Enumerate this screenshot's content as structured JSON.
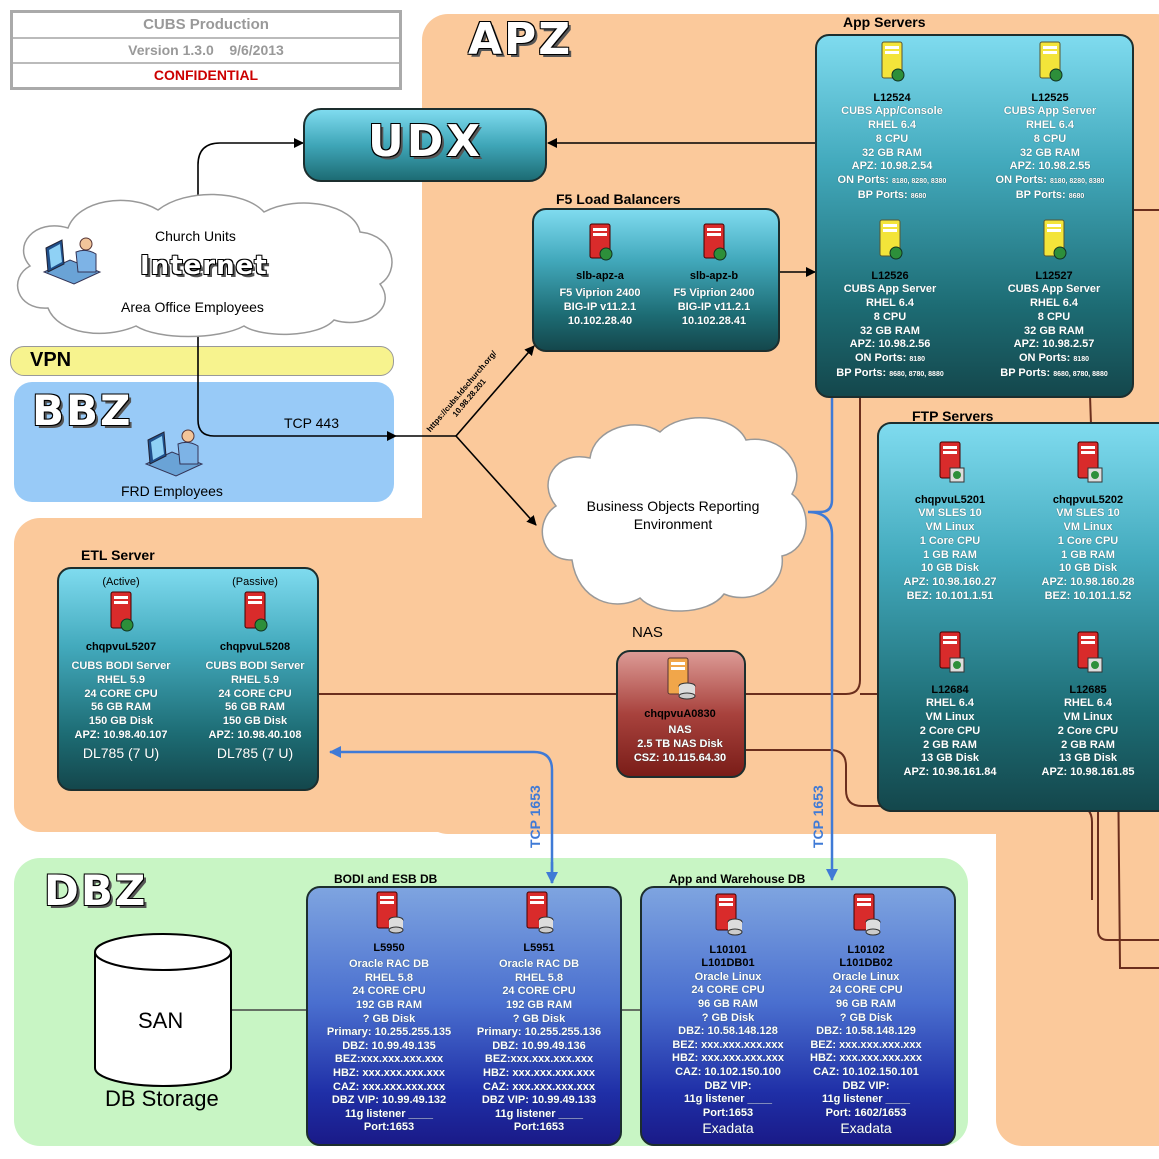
{
  "title_block": {
    "line1": "CUBS Production",
    "line2": "Version 1.3.0    9/6/2013",
    "line3": "CONFIDENTIAL"
  },
  "zones": {
    "apz": "APZ",
    "bbz": "BBZ",
    "dbz": "DBZ",
    "vpn": "VPN"
  },
  "udx": {
    "label": "UDX"
  },
  "internet": {
    "label": "Internet",
    "church_units": "Church Units",
    "area_office": "Area Office Employees"
  },
  "frd": {
    "label": "FRD Employees"
  },
  "links": {
    "tcp443": "TCP 443",
    "url_line1": "https://cubs.ldschurch.org/",
    "url_line2": "10.98.28.201",
    "tcp1653_left": "TCP 1653",
    "tcp1653_right": "TCP 1653"
  },
  "f5": {
    "title": "F5 Load Balancers",
    "nodes": [
      {
        "name": "slb-apz-a",
        "lines": [
          "F5 Viprion 2400",
          "BIG-IP v11.2.1",
          "10.102.28.40"
        ]
      },
      {
        "name": "slb-apz-b",
        "lines": [
          "F5 Viprion 2400",
          "BIG-IP v11.2.1",
          "10.102.28.41"
        ]
      }
    ]
  },
  "app_servers": {
    "title": "App Servers",
    "nodes": [
      {
        "name": "L12524",
        "lines": [
          "CUBS App/Console",
          "RHEL 6.4",
          "8 CPU",
          "32 GB RAM",
          "APZ: 10.98.2.54"
        ],
        "on_label": "ON Ports:",
        "on_ports": "8180, 8280, 8380",
        "bp_label": "BP Ports:",
        "bp_ports": "8680"
      },
      {
        "name": "L12525",
        "lines": [
          "CUBS App Server",
          "RHEL 6.4",
          "8 CPU",
          "32 GB RAM",
          "APZ: 10.98.2.55"
        ],
        "on_label": "ON Ports:",
        "on_ports": "8180, 8280, 8380",
        "bp_label": "BP Ports:",
        "bp_ports": "8680"
      },
      {
        "name": "L12526",
        "lines": [
          "CUBS App Server",
          "RHEL 6.4",
          "8 CPU",
          "32 GB RAM",
          "APZ: 10.98.2.56"
        ],
        "on_label": "ON Ports:",
        "on_ports": "8180",
        "bp_label": "BP Ports:",
        "bp_ports": "8680, 8780, 8880"
      },
      {
        "name": "L12527",
        "lines": [
          "CUBS App Server",
          "RHEL 6.4",
          "8 CPU",
          "32 GB RAM",
          "APZ: 10.98.2.57"
        ],
        "on_label": "ON Ports:",
        "on_ports": "8180",
        "bp_label": "BP Ports:",
        "bp_ports": "8680, 8780, 8880"
      }
    ]
  },
  "ftp": {
    "title": "FTP Servers",
    "nodes": [
      {
        "name": "chqpvuL5201",
        "lines": [
          "VM SLES 10",
          "VM Linux",
          "1 Core CPU",
          "1 GB RAM",
          "10 GB Disk",
          "APZ: 10.98.160.27",
          "BEZ: 10.101.1.51"
        ]
      },
      {
        "name": "chqpvuL5202",
        "lines": [
          "VM SLES 10",
          "VM Linux",
          "1 Core CPU",
          "1 GB RAM",
          "10 GB Disk",
          "APZ: 10.98.160.28",
          "BEZ: 10.101.1.52"
        ]
      },
      {
        "name": "L12684",
        "lines": [
          "RHEL 6.4",
          "VM Linux",
          "2 Core CPU",
          "2 GB RAM",
          "13 GB Disk",
          "APZ: 10.98.161.84"
        ]
      },
      {
        "name": "L12685",
        "lines": [
          "RHEL 6.4",
          "VM Linux",
          "2 Core CPU",
          "2 GB RAM",
          "13 GB Disk",
          "APZ: 10.98.161.85"
        ]
      }
    ]
  },
  "bo": {
    "line1": "Business Objects Reporting",
    "line2": "Environment"
  },
  "etl": {
    "title": "ETL Server",
    "nodes": [
      {
        "role": "(Active)",
        "name": "chqpvuL5207",
        "lines": [
          "CUBS BODI Server",
          "RHEL 5.9",
          "24 CORE CPU",
          "56 GB RAM",
          "150 GB Disk",
          "APZ: 10.98.40.107"
        ],
        "model": "DL785 (7 U)"
      },
      {
        "role": "(Passive)",
        "name": "chqpvuL5208",
        "lines": [
          "CUBS BODI Server",
          "RHEL 5.9",
          "24 CORE CPU",
          "56 GB RAM",
          "150 GB Disk",
          "APZ: 10.98.40.108"
        ],
        "model": "DL785 (7 U)"
      }
    ]
  },
  "nas": {
    "title": "NAS",
    "name": "chqpvuA0830",
    "lines": [
      "NAS",
      "2.5 TB NAS Disk",
      "CSZ: 10.115.64.30"
    ]
  },
  "san": {
    "label": "SAN",
    "caption": "DB Storage"
  },
  "bodi_db": {
    "title": "BODI and ESB DB",
    "nodes": [
      {
        "name": "L5950",
        "lines": [
          "Oracle RAC DB",
          "RHEL 5.8",
          "24 CORE CPU",
          "192 GB RAM",
          "? GB Disk",
          "Primary: 10.255.255.135",
          "DBZ: 10.99.49.135",
          "BEZ:xxx.xxx.xxx.xxx",
          "HBZ: xxx.xxx.xxx.xxx",
          "CAZ: xxx.xxx.xxx.xxx",
          "DBZ VIP: 10.99.49.132",
          "11g listener ____",
          "Port:1653"
        ]
      },
      {
        "name": "L5951",
        "lines": [
          "Oracle RAC DB",
          "RHEL 5.8",
          "24 CORE CPU",
          "192 GB RAM",
          "? GB Disk",
          "Primary: 10.255.255.136",
          "DBZ: 10.99.49.136",
          "BEZ:xxx.xxx.xxx.xxx",
          "HBZ: xxx.xxx.xxx.xxx",
          "CAZ: xxx.xxx.xxx.xxx",
          "DBZ VIP: 10.99.49.133",
          "11g listener ____",
          "Port:1653"
        ]
      }
    ]
  },
  "app_db": {
    "title": "App and Warehouse DB",
    "nodes": [
      {
        "name": "L10101",
        "name2": "L101DB01",
        "lines": [
          "Oracle Linux",
          "24 CORE CPU",
          "96 GB RAM",
          "? GB Disk",
          "DBZ: 10.58.148.128",
          "BEZ: xxx.xxx.xxx.xxx",
          "HBZ: xxx.xxx.xxx.xxx",
          "CAZ: 10.102.150.100",
          "DBZ VIP:",
          "11g listener ____",
          "Port:1653"
        ],
        "model": "Exadata"
      },
      {
        "name": "L10102",
        "name2": "L101DB02",
        "lines": [
          "Oracle Linux",
          "24 CORE CPU",
          "96 GB RAM",
          "? GB Disk",
          "DBZ: 10.58.148.129",
          "BEZ: xxx.xxx.xxx.xxx",
          "HBZ: xxx.xxx.xxx.xxx",
          "CAZ: 10.102.150.101",
          "DBZ VIP:",
          "11g listener ____",
          "Port: 1602/1653"
        ],
        "model": "Exadata"
      }
    ]
  }
}
